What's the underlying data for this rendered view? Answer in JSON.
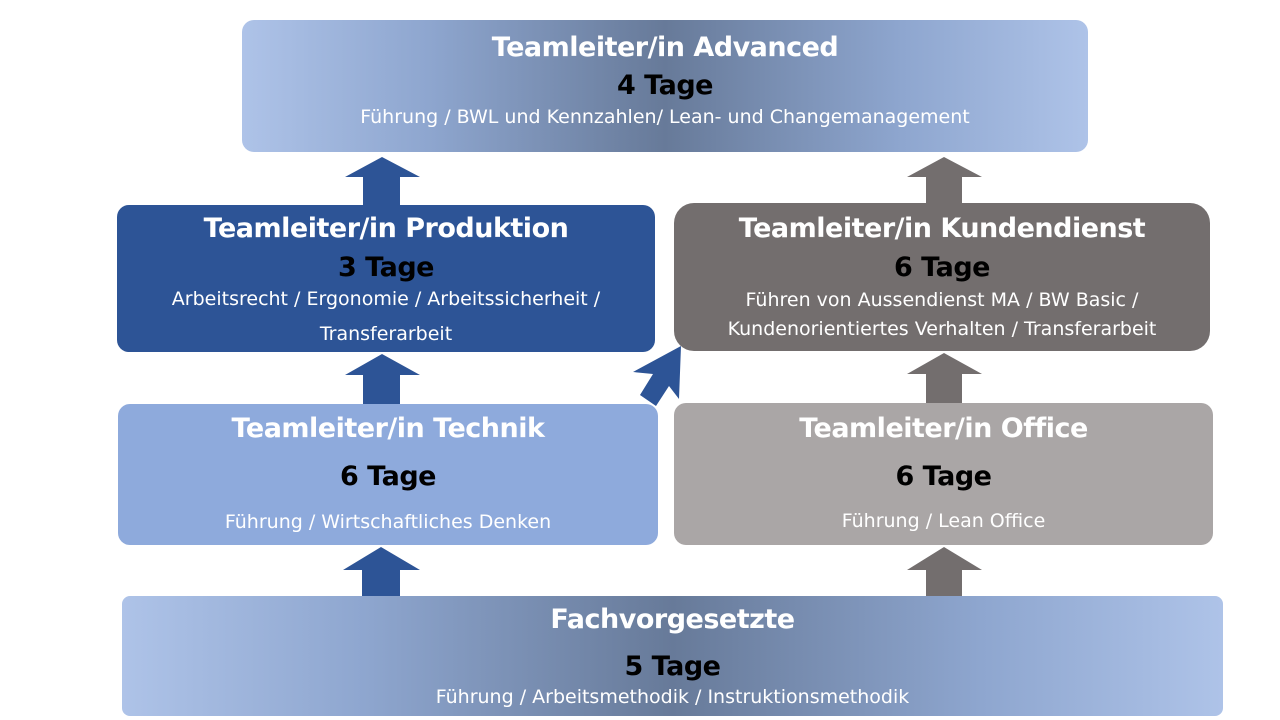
{
  "boxes": {
    "advanced": {
      "title": "Teamleiter/in Advanced",
      "days": "4 Tage",
      "desc": [
        "Führung / BWL und Kennzahlen/ Lean- und Changemanagement"
      ]
    },
    "produktion": {
      "title": "Teamleiter/in Produktion",
      "days": "3 Tage",
      "desc": [
        "Arbeitsrecht  / Ergonomie / Arbeitssicherheit  /",
        "Transferarbeit"
      ]
    },
    "kundendienst": {
      "title": "Teamleiter/in Kundendienst",
      "days": "6 Tage",
      "desc": [
        "Führen von Aussendienst MA / BW Basic /",
        "Kundenorientiertes Verhalten / Transferarbeit"
      ]
    },
    "technik": {
      "title": "Teamleiter/in Technik",
      "days": "6 Tage",
      "desc": [
        "Führung / Wirtschaftliches  Denken"
      ]
    },
    "office": {
      "title": "Teamleiter/in Office",
      "days": "6 Tage",
      "desc": [
        "Führung / Lean Office"
      ]
    },
    "fachvorgesetzte": {
      "title": "Fachvorgesetzte",
      "days": "5 Tage",
      "desc": [
        "Führung / Arbeitsmethodik  / Instruktionsmethodik"
      ]
    }
  },
  "colors": {
    "blue_arrow": "#2d5496",
    "gray_arrow": "#736e6e",
    "dark_blue": "#2d5496",
    "light_blue": "#8eaadc",
    "dark_gray": "#736e6e",
    "light_gray": "#aaa6a6"
  }
}
